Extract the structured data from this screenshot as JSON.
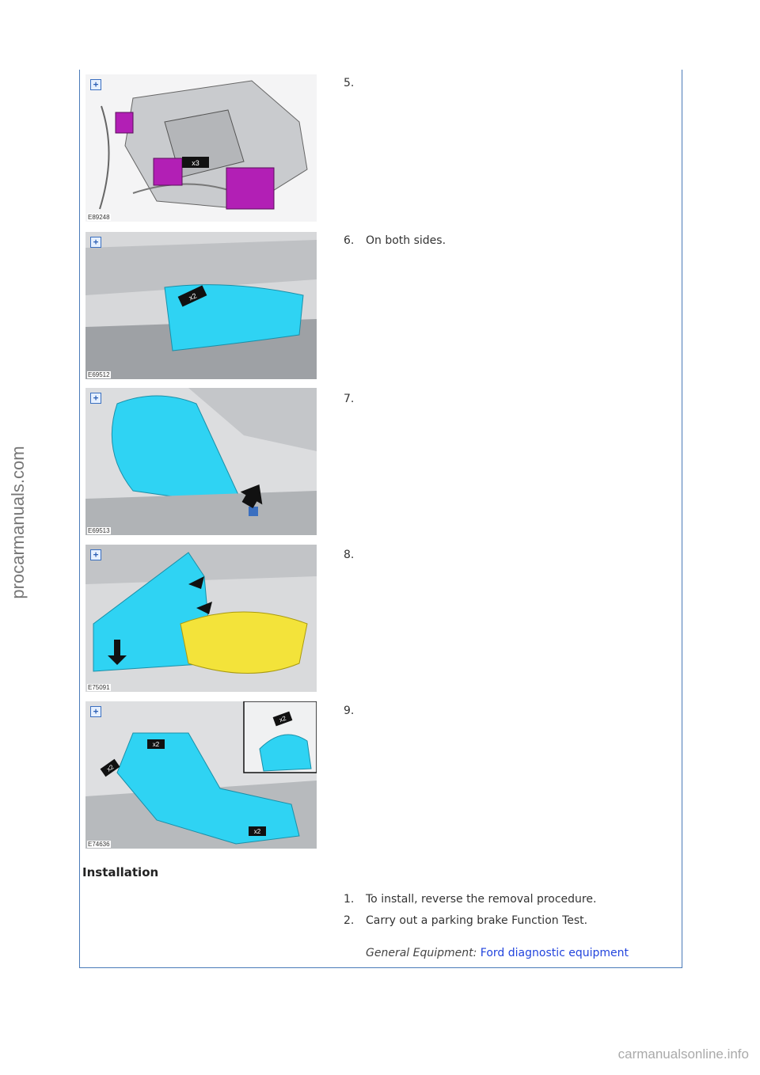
{
  "figures": [
    {
      "id": "E89248",
      "step": "5.",
      "text": ""
    },
    {
      "id": "E69512",
      "step": "6.",
      "text": "On both sides."
    },
    {
      "id": "E69513",
      "step": "7.",
      "text": ""
    },
    {
      "id": "E75091",
      "step": "8.",
      "text": ""
    },
    {
      "id": "E74636",
      "step": "9.",
      "text": ""
    }
  ],
  "figure_labels": {
    "x3": "x3",
    "x2": "x2"
  },
  "installation": {
    "heading": "Installation",
    "steps": [
      {
        "num": "1.",
        "text": "To install, reverse the removal procedure."
      },
      {
        "num": "2.",
        "text": "Carry out a parking brake Function Test."
      }
    ],
    "equipment_label": "General Equipment:",
    "equipment_link": "Ford diagnostic equipment"
  },
  "watermarks": {
    "left": "procarmanuals.com",
    "bottom": "carmanualsonline.info"
  },
  "colors": {
    "border": "#4a7ab8",
    "link": "#2244dd",
    "highlight_blue": "#2fd3f3",
    "highlight_yellow": "#f3e33a",
    "connector_purple": "#b21fb5"
  }
}
